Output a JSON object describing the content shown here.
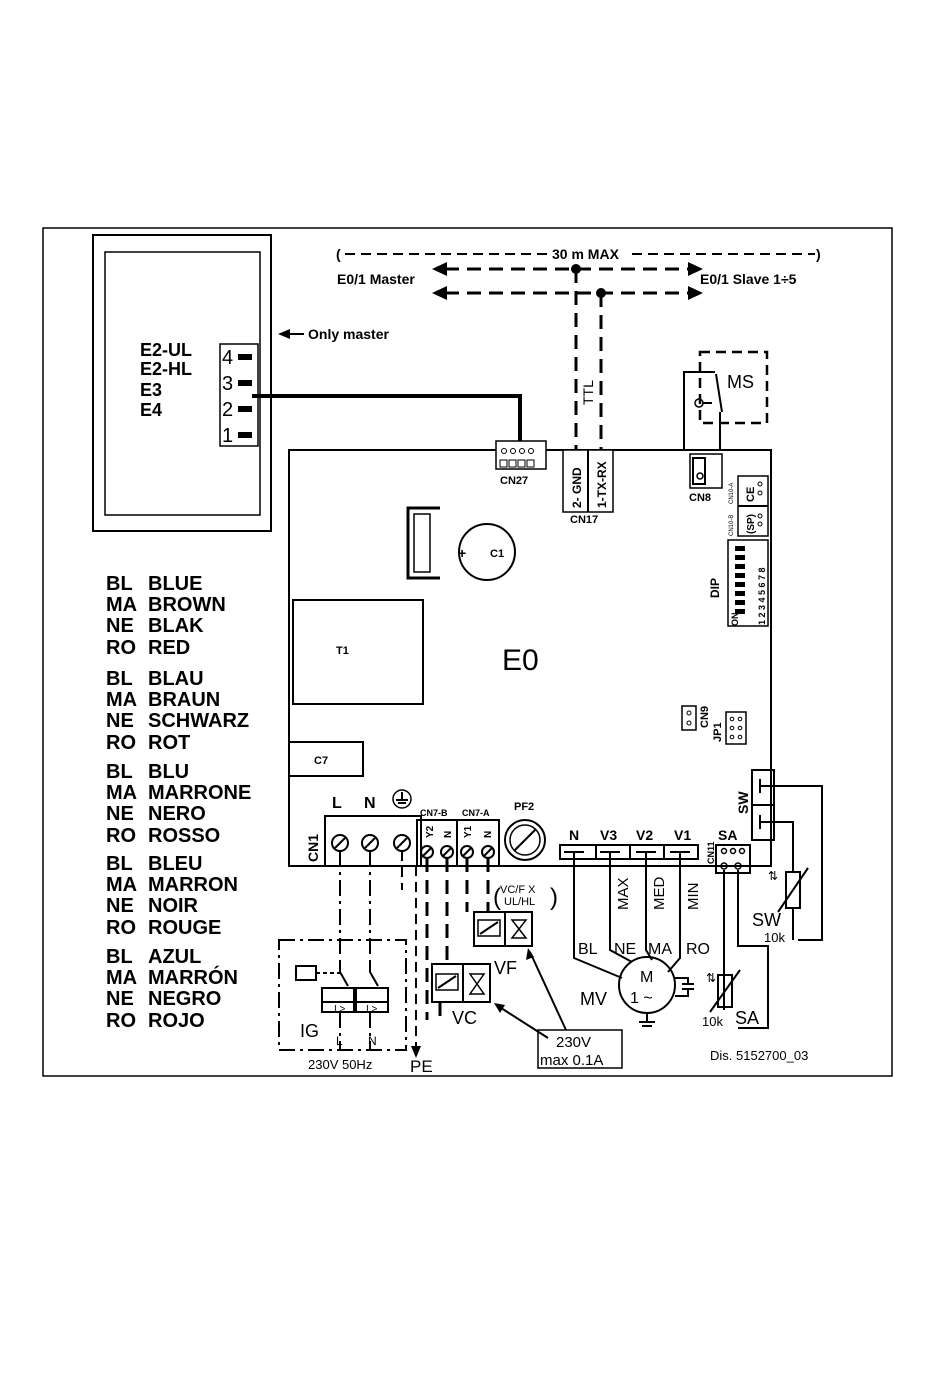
{
  "top_range": {
    "label": "30 m MAX",
    "open": "(",
    "close": ")"
  },
  "master_label": "E0/1 Master",
  "slave_label": "E0/1  Slave 1÷5",
  "ttl_label": "TTL",
  "only_master": "Only master",
  "remote_terms": [
    "E2-UL",
    "E2-HL",
    "E3",
    "E4"
  ],
  "remote_numbers": [
    "4",
    "3",
    "2",
    "1"
  ],
  "connectors": {
    "cn27": "CN27",
    "cn17": "CN17",
    "cn8": "CN8",
    "cn17_gnd": "2- GND",
    "cn17_tx": "1-TX-RX",
    "cn10a": "CN10-A",
    "cn10b": "CN10-B",
    "ce": "CE",
    "sp": "(SP)",
    "dip": "DIP",
    "dip_on": "ON",
    "dip_nums": "1 2 3 4 5 6 7 8",
    "cn9": "CN9",
    "jp1": "JP1",
    "c1": "C1",
    "t1": "T1",
    "c7": "C7",
    "board": "E0",
    "cn1": "CN1",
    "l": "L",
    "n": "N",
    "cn7b": "CN7-B",
    "cn7a": "CN7-A",
    "y2": "Y2",
    "y1": "Y1",
    "n_small": "N",
    "pf2": "PF2",
    "motor_terms": [
      "N",
      "V3",
      "V2",
      "V1"
    ],
    "sa_top": "SA",
    "cn11": "CN11",
    "sw_top": "SW",
    "speed": [
      "MAX",
      "MED",
      "MIN"
    ],
    "wires": [
      "BL",
      "NE",
      "MA",
      "RO"
    ],
    "motor_m": "M",
    "motor_phase": "1 ~",
    "mv": "MV",
    "ms": "MS",
    "sw": "SW",
    "sw_k": "10k",
    "sa": "SA",
    "sa_k": "10k",
    "vcf": "VC/F X",
    "ulhl": "UL/HL",
    "vf": "VF",
    "vc": "VC",
    "v230": "230V",
    "max01": "max 0.1A",
    "ig": "IG",
    "ig_l": "L",
    "ig_n": "N",
    "supply": "230V 50Hz",
    "pe": "PE",
    "drawing": "Dis. 5152700_03"
  },
  "legend": [
    [
      [
        "BL",
        "BLUE"
      ],
      [
        "MA",
        "BROWN"
      ],
      [
        "NE",
        "BLAK"
      ],
      [
        "RO",
        "RED"
      ]
    ],
    [
      [
        "BL",
        "BLAU"
      ],
      [
        "MA",
        "BRAUN"
      ],
      [
        "NE",
        "SCHWARZ"
      ],
      [
        "RO",
        "ROT"
      ]
    ],
    [
      [
        "BL",
        "BLU"
      ],
      [
        "MA",
        "MARRONE"
      ],
      [
        "NE",
        "NERO"
      ],
      [
        "RO",
        "ROSSO"
      ]
    ],
    [
      [
        "BL",
        "BLEU"
      ],
      [
        "MA",
        "MARRON"
      ],
      [
        "NE",
        "NOIR"
      ],
      [
        "RO",
        "ROUGE"
      ]
    ],
    [
      [
        "BL",
        "AZUL"
      ],
      [
        "MA",
        "MARRÓN"
      ],
      [
        "NE",
        "NEGRO"
      ],
      [
        "RO",
        "ROJO"
      ]
    ]
  ]
}
